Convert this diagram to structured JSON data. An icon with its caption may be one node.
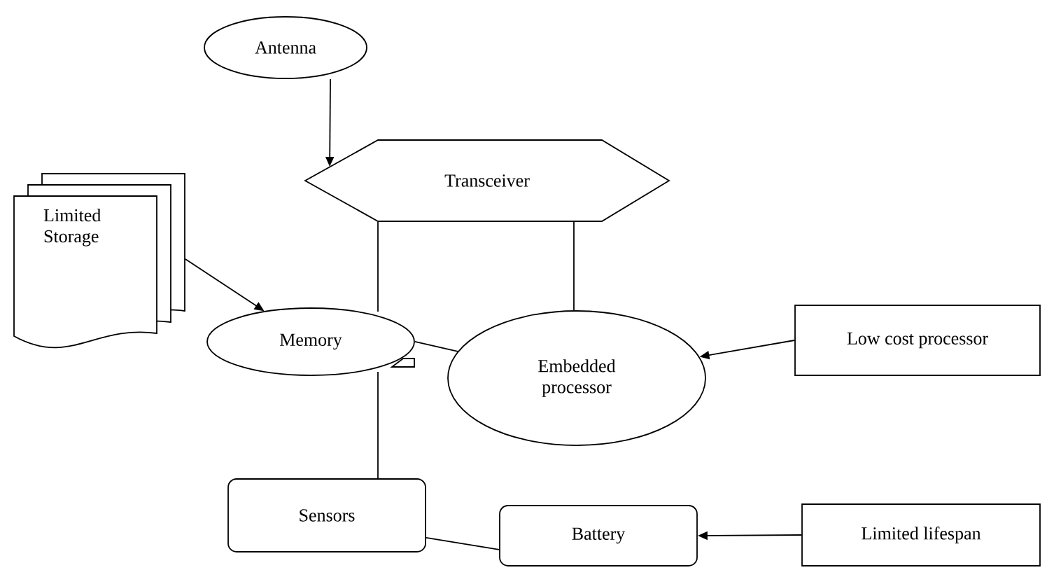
{
  "diagram": {
    "nodes": [
      {
        "text": [
          "Antenna"
        ]
      },
      {
        "text": [
          "Transceiver"
        ]
      },
      {
        "text": [
          "Limited Storage"
        ]
      },
      {
        "text": [
          "Memory"
        ]
      },
      {
        "text": [
          "Embedded processor"
        ]
      },
      {
        "text": [
          "Low cost processor"
        ]
      },
      {
        "text": [
          "Sensors"
        ]
      },
      {
        "text": [
          "Battery"
        ]
      },
      {
        "text": [
          "Limited lifespan"
        ]
      }
    ],
    "edges": [
      {
        "from": 0,
        "to": 1,
        "arrow": "to"
      },
      {
        "from": 1,
        "to": 3,
        "arrow": "none"
      },
      {
        "from": 1,
        "to": 4,
        "arrow": "none"
      },
      {
        "from": 2,
        "to": 3,
        "arrow": "to"
      },
      {
        "from": 3,
        "to": 4,
        "arrow": "none"
      },
      {
        "from": 5,
        "to": 4,
        "arrow": "to"
      },
      {
        "from": 3,
        "to": 6,
        "arrow": "none"
      },
      {
        "from": 6,
        "to": 7,
        "arrow": "none"
      },
      {
        "from": 8,
        "to": 7,
        "arrow": "to"
      }
    ]
  }
}
